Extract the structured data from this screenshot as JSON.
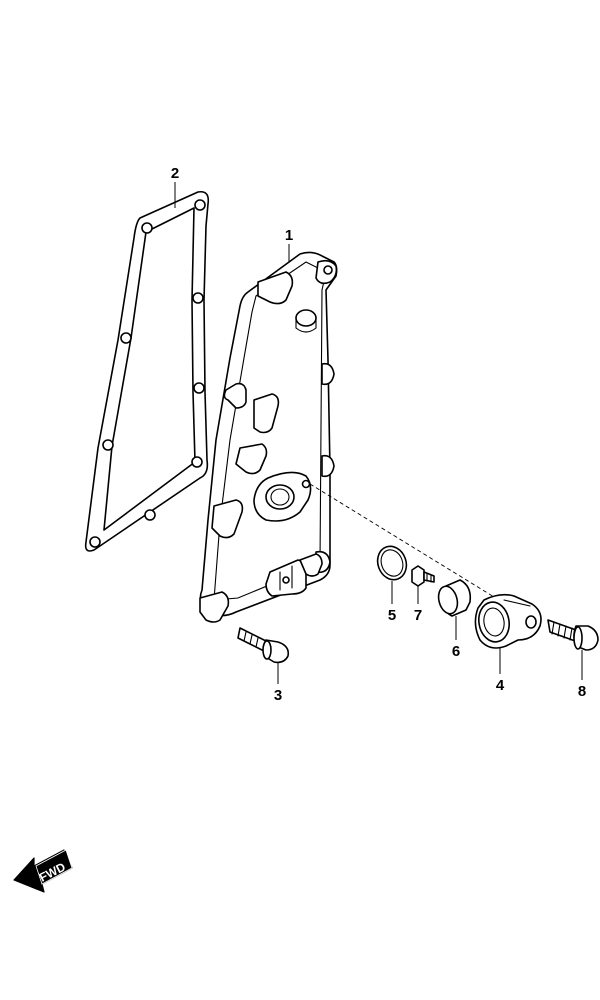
{
  "callouts": {
    "p1": "1",
    "p2": "2",
    "p3": "3",
    "p4": "4",
    "p5": "5",
    "p6": "6",
    "p7": "7",
    "p8": "8"
  },
  "direction_label": "FWD",
  "colors": {
    "line": "#000000",
    "background": "#ffffff"
  }
}
